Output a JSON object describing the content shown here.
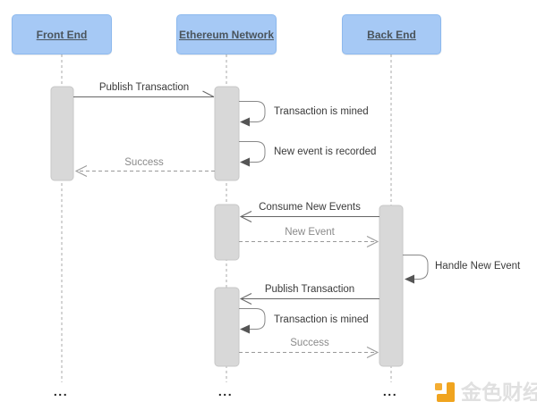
{
  "diagram": {
    "participants": [
      {
        "id": "front-end",
        "label": "Front End"
      },
      {
        "id": "ethereum-network",
        "label": "Ethereum Network"
      },
      {
        "id": "back-end",
        "label": "Back End"
      }
    ],
    "messages": [
      {
        "label": "Publish Transaction",
        "from": "front-end",
        "to": "ethereum-network",
        "line": "solid"
      },
      {
        "label": "Transaction is mined",
        "from": "ethereum-network",
        "to": "ethereum-network",
        "line": "self"
      },
      {
        "label": "New event is recorded",
        "from": "ethereum-network",
        "to": "ethereum-network",
        "line": "self"
      },
      {
        "label": "Success",
        "from": "ethereum-network",
        "to": "front-end",
        "line": "dashed"
      },
      {
        "label": "Consume New Events",
        "from": "back-end",
        "to": "ethereum-network",
        "line": "solid"
      },
      {
        "label": "New Event",
        "from": "ethereum-network",
        "to": "back-end",
        "line": "dashed"
      },
      {
        "label": "Handle New Event",
        "from": "back-end",
        "to": "back-end",
        "line": "self"
      },
      {
        "label": "Publish Transaction",
        "from": "back-end",
        "to": "ethereum-network",
        "line": "solid"
      },
      {
        "label": "Transaction is mined",
        "from": "ethereum-network",
        "to": "ethereum-network",
        "line": "self"
      },
      {
        "label": "Success",
        "from": "ethereum-network",
        "to": "back-end",
        "line": "dashed"
      }
    ],
    "continuation_marker": "...",
    "colors": {
      "actor_fill": "#a6c9f5",
      "actor_border": "#8db9ee",
      "activation_bar_fill": "#d8d8d8",
      "solid_line": "#666666",
      "dashed_line": "#999999",
      "label_dark": "#3a3a3a",
      "label_light": "#8a8a8a",
      "watermark_orange": "#f0a41f"
    }
  },
  "watermark": {
    "brand_text": "金色财经"
  }
}
